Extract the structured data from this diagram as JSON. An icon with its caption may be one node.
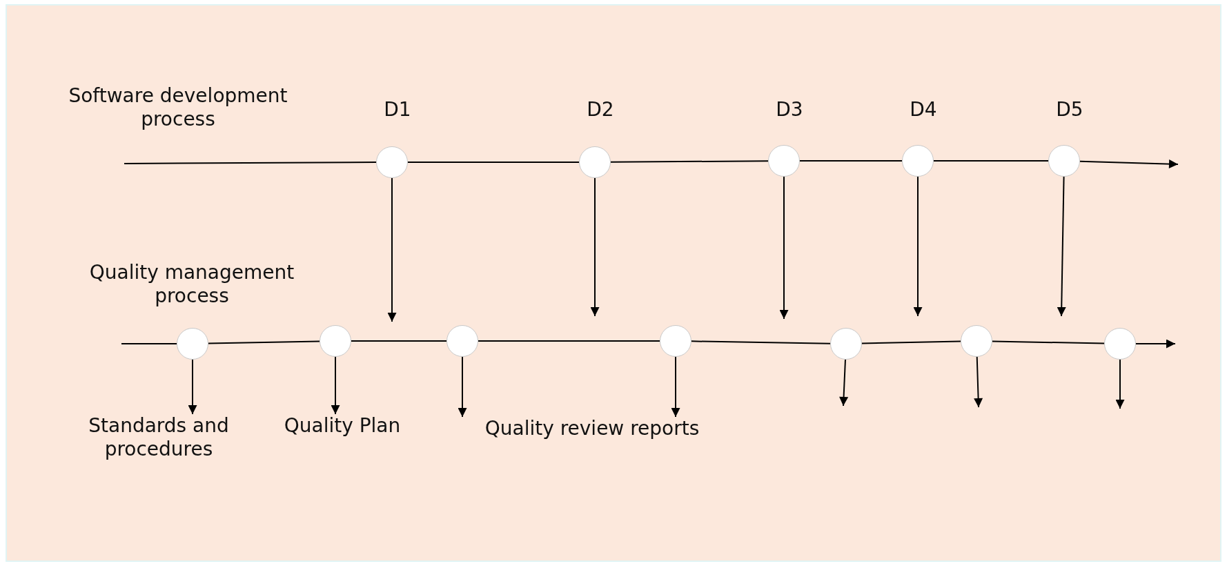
{
  "diagram": {
    "nodes": [
      {
        "text": [],
        "shape": "circle",
        "beside": [
          "D1"
        ]
      },
      {
        "text": [],
        "shape": "circle",
        "beside": [
          "D2"
        ]
      },
      {
        "text": [],
        "shape": "circle",
        "beside": [
          "D3"
        ]
      },
      {
        "text": [],
        "shape": "circle",
        "beside": [
          "D4"
        ]
      },
      {
        "text": [],
        "shape": "circle",
        "beside": [
          "D5"
        ]
      },
      {
        "text": [],
        "shape": "circle"
      },
      {
        "text": [],
        "shape": "circle"
      },
      {
        "text": [],
        "shape": "circle"
      },
      {
        "text": [],
        "shape": "circle"
      },
      {
        "text": [],
        "shape": "circle"
      },
      {
        "text": [],
        "shape": "circle"
      },
      {
        "text": [],
        "shape": "circle"
      },
      {
        "text": [
          "Standards and procedures"
        ]
      },
      {
        "text": [
          "Quality Plan"
        ]
      },
      {
        "text": [
          "Quality review reports"
        ]
      }
    ],
    "edges": [
      {
        "from": null,
        "to": 0,
        "arrow": "none"
      },
      {
        "from": 0,
        "to": 1,
        "arrow": "none"
      },
      {
        "from": 1,
        "to": 2,
        "arrow": "none"
      },
      {
        "from": 2,
        "to": 3,
        "arrow": "none"
      },
      {
        "from": 3,
        "to": 4,
        "arrow": "none"
      },
      {
        "from": 4,
        "to": null,
        "arrow": "to"
      },
      {
        "from": 0,
        "to": null,
        "arrow": "to"
      },
      {
        "from": 1,
        "to": null,
        "arrow": "to"
      },
      {
        "from": 2,
        "to": null,
        "arrow": "to"
      },
      {
        "from": 3,
        "to": null,
        "arrow": "to"
      },
      {
        "from": 4,
        "to": null,
        "arrow": "to"
      },
      {
        "from": null,
        "to": 5,
        "arrow": "none"
      },
      {
        "from": 5,
        "to": 6,
        "arrow": "none"
      },
      {
        "from": 6,
        "to": 7,
        "arrow": "none"
      },
      {
        "from": 7,
        "to": 8,
        "arrow": "none"
      },
      {
        "from": 8,
        "to": 9,
        "arrow": "none"
      },
      {
        "from": 9,
        "to": 10,
        "arrow": "none"
      },
      {
        "from": 10,
        "to": 11,
        "arrow": "none"
      },
      {
        "from": 11,
        "to": null,
        "arrow": "to"
      },
      {
        "from": 5,
        "to": 12,
        "arrow": "to"
      },
      {
        "from": 6,
        "to": 13,
        "arrow": "to"
      },
      {
        "from": 7,
        "to": 14,
        "arrow": "to"
      },
      {
        "from": 8,
        "to": 14,
        "arrow": "to"
      },
      {
        "from": 9,
        "to": null,
        "arrow": "to"
      },
      {
        "from": 10,
        "to": null,
        "arrow": "to"
      },
      {
        "from": 11,
        "to": null,
        "arrow": "to"
      }
    ],
    "labels": [
      "Software development process",
      "Quality management process"
    ]
  }
}
